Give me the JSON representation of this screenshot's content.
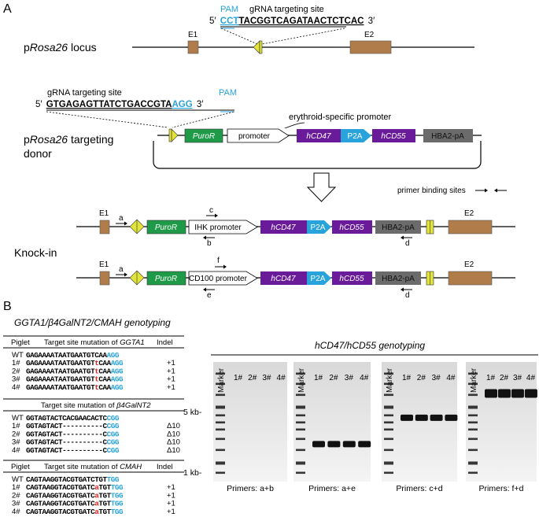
{
  "panel_a": {
    "label": "A",
    "top_grna": {
      "pam": "PAM",
      "title": "gRNA targeting site",
      "prime5": "5′",
      "pam_seq": "CCT",
      "seq": "TACGGTCAGATAACTCTCAC",
      "prime3": "3′"
    },
    "locus_label_prefix": "p",
    "locus_label_italic": "Rosa26",
    "locus_label_suffix": " locus",
    "e1": "E1",
    "e2": "E2",
    "donor_grna": {
      "title": "gRNA targeting site",
      "pam": "PAM",
      "prime5": "5′",
      "seq": "GTGAGAGTTATCTGACCGTA",
      "pam_seq": "AGG",
      "prime3": "3′"
    },
    "donor_label_prefix": "p",
    "donor_label_italic": "Rosa26",
    "donor_label_suffix": " targeting",
    "donor_label_line2": "donor",
    "erythroid_promoter": "erythroid-specific promoter",
    "purór": "",
    "puror": "PuroR",
    "promoter": "promoter",
    "hcd47": "hCD47",
    "p2a": "P2A",
    "hcd55": "hCD55",
    "hba2": "HBA2-pA",
    "primer_sites": "primer binding sites",
    "knockin": "Knock-in",
    "ihk_promoter": "IHK promoter",
    "cd100_promoter": "CD100 promoter",
    "primer_a": "a",
    "primer_b": "b",
    "primer_c": "c",
    "primer_d": "d",
    "primer_e": "e",
    "primer_f": "f"
  },
  "panel_b": {
    "label": "B",
    "title": "GGTA1/β4GalNT2/CMAH genotyping",
    "tables": [
      {
        "header_piglet": "Piglet",
        "header_mut": "Target site mutation of ",
        "gene": "GGTA1",
        "header_indel": "Indel",
        "rows": [
          {
            "id": "WT",
            "seq": "GAGAAAATAATGAATGTCAA",
            "ins": "",
            "tail": "",
            "pam": "AGG",
            "indel": ""
          },
          {
            "id": "1#",
            "seq": "GAGAAAATAATGAATGT",
            "ins": "t",
            "tail": "CAA",
            "pam": "AGG",
            "indel": "+1"
          },
          {
            "id": "2#",
            "seq": "GAGAAAATAATGAATGT",
            "ins": "t",
            "tail": "CAA",
            "pam": "AGG",
            "indel": "+1"
          },
          {
            "id": "3#",
            "seq": "GAGAAAATAATGAATGT",
            "ins": "t",
            "tail": "CAA",
            "pam": "AGG",
            "indel": "+1"
          },
          {
            "id": "4#",
            "seq": "GAGAAAATAATGAATGT",
            "ins": "t",
            "tail": "CAA",
            "pam": "AGG",
            "indel": "+1"
          }
        ]
      },
      {
        "header_piglet": "",
        "header_mut": "Target site mutation of ",
        "gene": "β4GalNT2",
        "header_indel": "",
        "rows": [
          {
            "id": "WT",
            "seq": "GGTAGTACTCACGAACACTC",
            "ins": "",
            "tail": "",
            "pam": "CGG",
            "indel": ""
          },
          {
            "id": "1#",
            "seq": "GGTAGTACT----------C",
            "ins": "",
            "tail": "",
            "pam": "CGG",
            "indel": "Δ10"
          },
          {
            "id": "2#",
            "seq": "GGTAGTACT----------C",
            "ins": "",
            "tail": "",
            "pam": "CGG",
            "indel": "Δ10"
          },
          {
            "id": "3#",
            "seq": "GGTAGTACT----------C",
            "ins": "",
            "tail": "",
            "pam": "CGG",
            "indel": "Δ10"
          },
          {
            "id": "4#",
            "seq": "GGTAGTACT----------C",
            "ins": "",
            "tail": "",
            "pam": "CGG",
            "indel": "Δ10"
          }
        ]
      },
      {
        "header_piglet": "Piglet",
        "header_mut": "Target site mutation of ",
        "gene": "CMAH",
        "header_indel": "Indel",
        "rows": [
          {
            "id": "WT",
            "seq": "CAGTAAGGTACGTGATCTGT",
            "ins": "",
            "tail": "",
            "pam": "TGG",
            "indel": ""
          },
          {
            "id": "1#",
            "seq": "CAGTAAGGTACGTGATC",
            "ins": "a",
            "tail": "TGT",
            "pam": "TGG",
            "indel": "+1"
          },
          {
            "id": "2#",
            "seq": "CAGTAAGGTACGTGATC",
            "ins": "a",
            "tail": "TGT",
            "pam": "TGG",
            "indel": "+1"
          },
          {
            "id": "3#",
            "seq": "CAGTAAGGTACGTGATC",
            "ins": "a",
            "tail": "TGT",
            "pam": "TGG",
            "indel": "+1"
          },
          {
            "id": "4#",
            "seq": "CAGTAAGGTACGTGATC",
            "ins": "a",
            "tail": "TGT",
            "pam": "TGG",
            "indel": "+1"
          }
        ]
      }
    ],
    "gel_title": "hCD47/hCD55 genotyping",
    "marker": "Marker",
    "lanes": [
      "1#",
      "2#",
      "3#",
      "4#"
    ],
    "size_5kb": "5 kb-",
    "size_1kb": "1 kb-",
    "gels": [
      {
        "primers": "Primers: a+b",
        "band_level": null
      },
      {
        "primers": "Primers: a+e",
        "band_level": 0.34
      },
      {
        "primers": "Primers: c+d",
        "band_level": 0.56
      },
      {
        "primers": "Primers: f+d",
        "band_level": 0.72
      }
    ]
  },
  "colors": {
    "pam_blue": "#29a3dc",
    "insert_red": "#e8221b",
    "exon_brown": "#b07d4a",
    "loxp_yellow": "#e2e43a",
    "puror_green": "#1f9a48",
    "hcd_purple": "#6a1b9a",
    "p2a_blue": "#29a3dc",
    "hba2_gray": "#6b6b6b"
  }
}
